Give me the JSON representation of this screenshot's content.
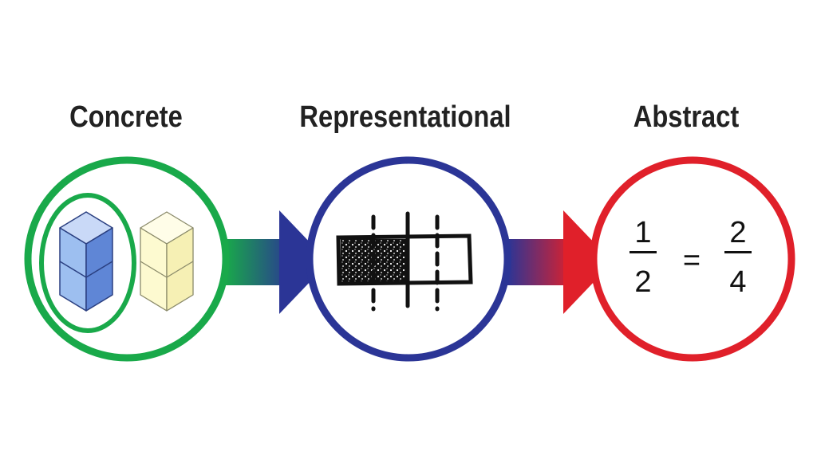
{
  "stages": [
    {
      "label": "Concrete"
    },
    {
      "label": "Representational"
    },
    {
      "label": "Abstract"
    }
  ],
  "equation": {
    "left": {
      "numerator": "1",
      "denominator": "2"
    },
    "operator": "=",
    "right": {
      "numerator": "2",
      "denominator": "4"
    }
  },
  "colors": {
    "concrete": "#19a94a",
    "representational": "#2b3596",
    "abstract": "#e0202a",
    "cube_blue_top": "#c9d9f7",
    "cube_blue_front": "#9dbff0",
    "cube_blue_side": "#5f86d6",
    "cube_yellow_top": "#fffde8",
    "cube_yellow_front": "#fdfad0",
    "cube_yellow_side": "#f6f0b4"
  }
}
